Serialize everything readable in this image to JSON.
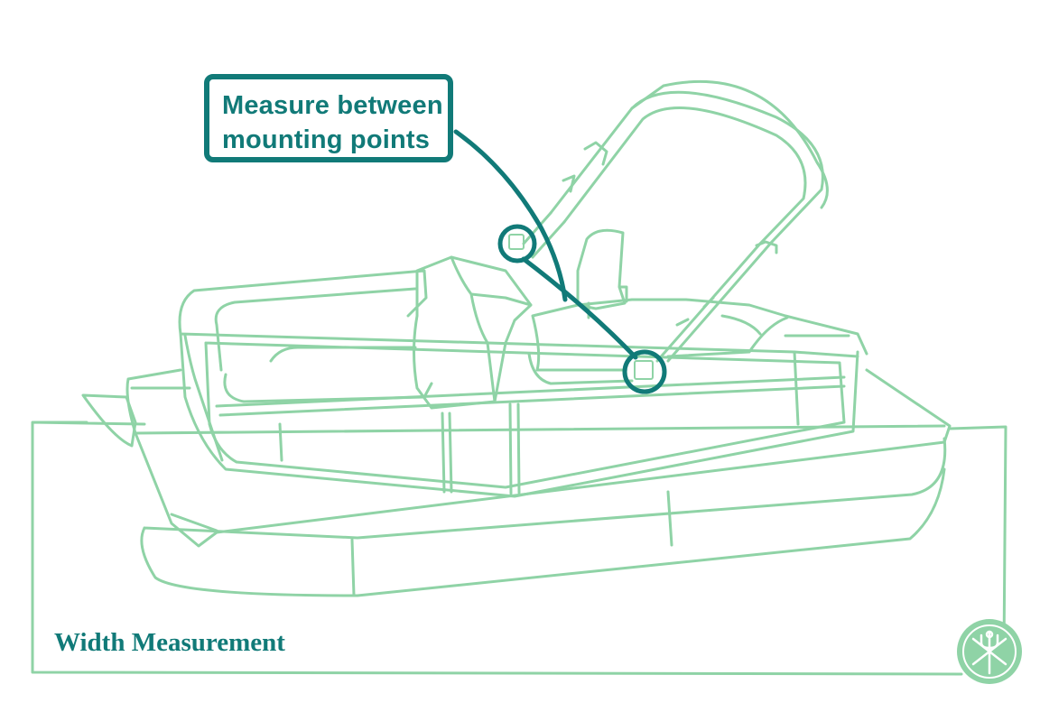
{
  "callout": {
    "line1": "Measure between",
    "line2": "mounting points"
  },
  "caption": "Width Measurement",
  "colors": {
    "line_art": "#8fd3a6",
    "accent": "#117a78",
    "badge_bg": "#8fd3a6",
    "background": "#ffffff"
  },
  "icons": {
    "badge": "trident-anchor-icon"
  }
}
